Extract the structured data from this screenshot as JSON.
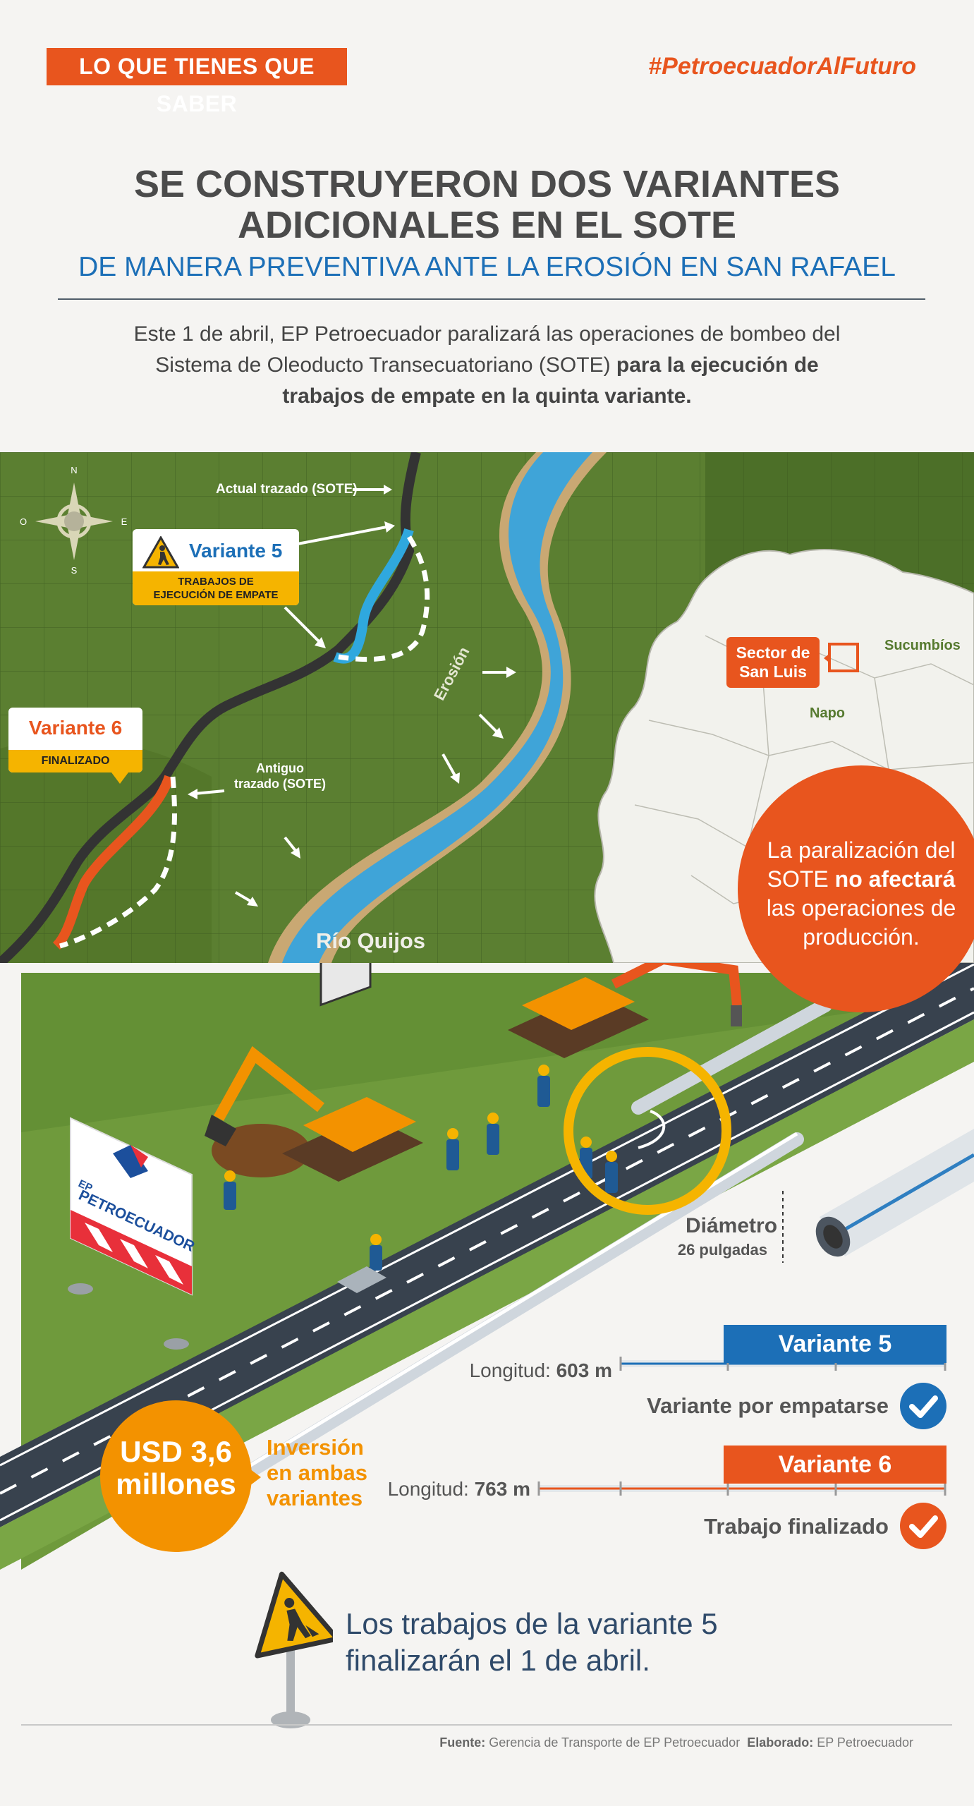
{
  "header": {
    "tag": "LO QUE TIENES QUE SABER",
    "hashtag_a": "#Petroecuador",
    "hashtag_b": "AlFuturo"
  },
  "title": {
    "line1": "SE CONSTRUYERON DOS VARIANTES",
    "line2": "ADICIONALES EN EL SOTE",
    "subtitle": "DE MANERA PREVENTIVA ANTE LA EROSIÓN EN SAN RAFAEL"
  },
  "intro": {
    "line1": "Este 1 de abril, EP Petroecuador paralizará las operaciones de bombeo del",
    "line2_plain": "Sistema de Oleoducto Transecuatoriano (SOTE) ",
    "line2_bold": "para la ejecución de",
    "line3_bold": "trabajos de empate en la quinta variante."
  },
  "map": {
    "compass": {
      "n": "N",
      "s": "S",
      "e": "E",
      "o": "O"
    },
    "actual_label": "Actual trazado (SOTE)",
    "old_label_1": "Antiguo",
    "old_label_2": "trazado (SOTE)",
    "erosion": "Erosión",
    "river": "Río Quijos",
    "variante5": {
      "title": "Variante 5",
      "sub1": "TRABAJOS DE",
      "sub2": "EJECUCIÓN DE EMPATE"
    },
    "variante6": {
      "title": "Variante 6",
      "sub": "FINALIZADO"
    },
    "sector_1": "Sector de",
    "sector_2": "San Luis",
    "province_1": "Sucumbíos",
    "province_2": "Napo"
  },
  "note": {
    "line1": "La paralización del",
    "line2_plain": "SOTE ",
    "line2_bold": "no afectará",
    "line3": "las operaciones de",
    "line4": "producción."
  },
  "sign": {
    "brand_small": "EP",
    "brand": "PETROECUADOR"
  },
  "pipe": {
    "diam_label": "Diámetro",
    "diam_value": "26 pulgadas"
  },
  "variants": [
    {
      "name": "Variante 5",
      "length_label": "Longitud:",
      "length": "603 m",
      "status": "Variante por empatarse",
      "color": "#1c6fb7"
    },
    {
      "name": "Variante 6",
      "length_label": "Longitud:",
      "length": "763 m",
      "status": "Trabajo finalizado",
      "color": "#e8551e"
    }
  ],
  "investment": {
    "amount1": "USD 3,6",
    "amount2": "millones",
    "text1": "Inversión",
    "text2": "en ambas",
    "text3": "variantes"
  },
  "closing": {
    "line1": "Los trabajos de la variante 5",
    "line2": "finalizarán el 1 de abril."
  },
  "footer": {
    "source_label": "Fuente:",
    "source": "Gerencia de Transporte de EP Petroecuador",
    "made_label": "Elaborado:",
    "made": "EP Petroecuador"
  },
  "colors": {
    "orange": "#e8551e",
    "blue": "#1c6fb7",
    "amber": "#f39200",
    "green": "#567a2f"
  }
}
